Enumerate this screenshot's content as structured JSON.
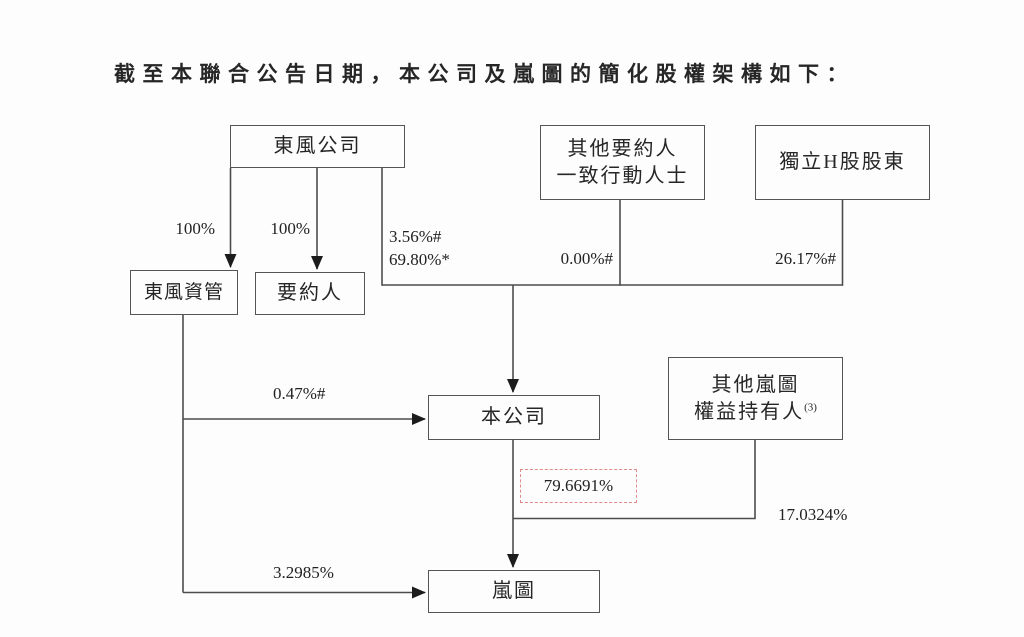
{
  "title": "截至本聯合公告日期，本公司及嵐圖的簡化股權架構如下：",
  "nodes": {
    "dongfeng_company": {
      "label": "東風公司"
    },
    "other_offeror_concert_parties": {
      "line1": "其他要約人",
      "line2": "一致行動人士"
    },
    "independent_h_shareholders": {
      "label": "獨立H股股東"
    },
    "dongfeng_asset_management": {
      "label": "東風資管"
    },
    "offeror": {
      "label": "要約人"
    },
    "the_company": {
      "label": "本公司"
    },
    "other_voyah_holders": {
      "line1": "其他嵐圖",
      "line2": "權益持有人",
      "footnote": "(3)"
    },
    "voyah": {
      "label": "嵐圖"
    }
  },
  "percentages": {
    "dongfeng_to_asset": "100%",
    "dongfeng_to_offeror": "100%",
    "dongfeng_to_company_a": "3.56%#",
    "dongfeng_to_company_b": "69.80%*",
    "concert_parties_to_company": "0.00%#",
    "h_shareholders_to_company": "26.17%#",
    "asset_to_company": "0.47%#",
    "company_to_voyah": "79.6691%",
    "other_holders_to_voyah": "17.0324%",
    "asset_to_voyah": "3.2985%"
  },
  "colors": {
    "line": "#4d4d4d",
    "box_border": "#555555",
    "text": "#222222",
    "highlight_border": "#e08a8a",
    "background": "#fdfdfd"
  }
}
